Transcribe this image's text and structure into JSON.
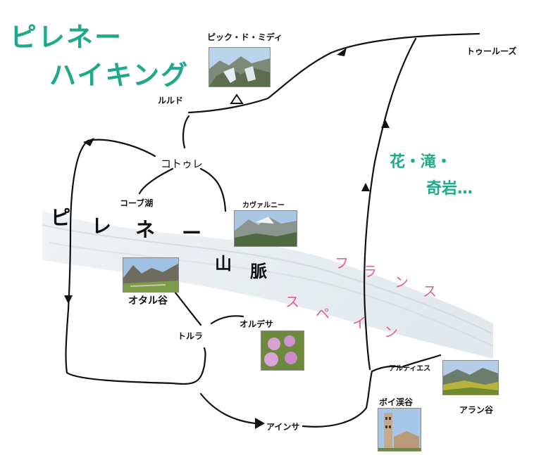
{
  "title": {
    "line1": "ピレネー",
    "line2": "ハイキング"
  },
  "tagline": {
    "line1": "花・滝・",
    "line2": "奇岩…"
  },
  "places": {
    "pic_du_midi": "ピック・ド・ミディ",
    "lourdes": "ルルド",
    "toulouse": "トゥールーズ",
    "cauterets": "コトゥレ",
    "lac_de_gaube": "コーブ湖",
    "gavarnie": "カヴァルニー",
    "ordesa_valley": "オタル谷",
    "ordesa": "オルデサ",
    "torla": "トルラ",
    "ainsa": "アインサ",
    "boi_valley": "ボイ渓谷",
    "arties": "アルティエス",
    "aran_valley": "アラン谷"
  },
  "range": {
    "chars": [
      "ピ",
      "レ",
      "ネ",
      "ー",
      "山",
      "脈"
    ]
  },
  "countries": {
    "france": [
      "フ",
      "ラ",
      "ン",
      "ス"
    ],
    "spain": [
      "ス",
      "ペ",
      "イ",
      "ン"
    ]
  },
  "colors": {
    "title": "#1fa88a",
    "border_label": "#e0609a",
    "route": "#111111"
  }
}
